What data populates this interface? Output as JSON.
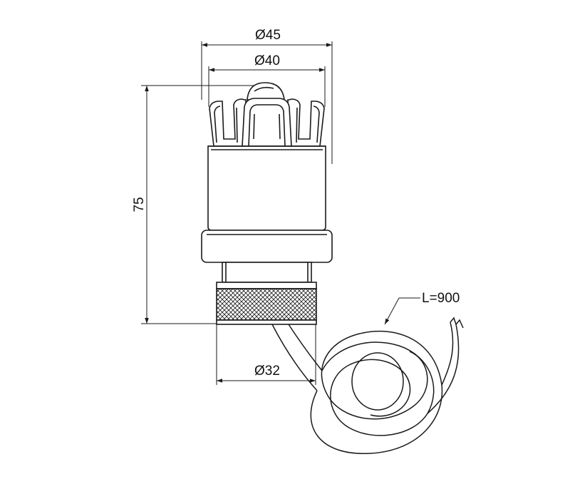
{
  "colors": {
    "line": "#1a1a1a",
    "background": "#ffffff"
  },
  "dimensions": {
    "top_outer_diameter": "Ø45",
    "top_inner_diameter": "Ø40",
    "height": "75",
    "nut_diameter": "Ø32",
    "cable_length": "L=900"
  }
}
